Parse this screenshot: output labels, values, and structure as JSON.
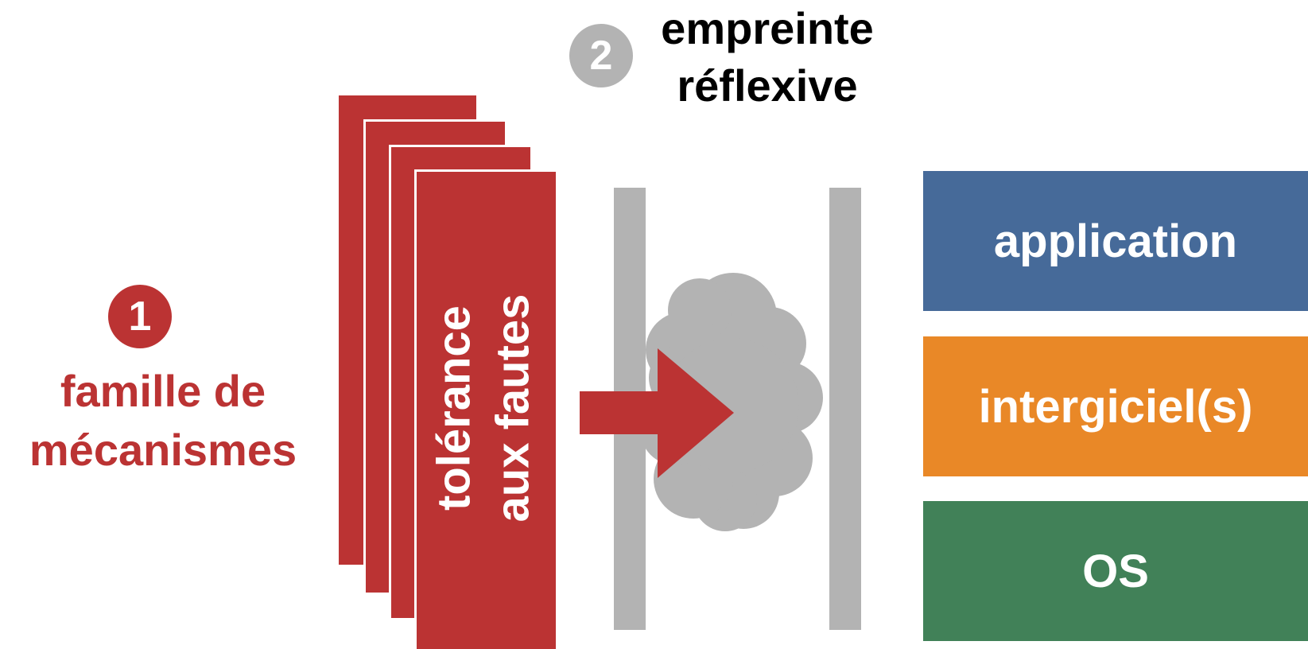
{
  "step1": {
    "number": "1",
    "label_line1": "famille de",
    "label_line2": "mécanismes",
    "color": "#bb3333"
  },
  "step2": {
    "number": "2",
    "label_line1": "empreinte",
    "label_line2": "réflexive",
    "color": "#b3b3b3"
  },
  "mechanism_card": {
    "line1": "tolérance",
    "line2": "aux fautes",
    "color": "#bb3333"
  },
  "layers": [
    {
      "label": "application",
      "color": "#466a99"
    },
    {
      "label": "intergiciel(s)",
      "color": "#e98827"
    },
    {
      "label": "OS",
      "color": "#418158"
    }
  ],
  "connector_color": "#b3b3b3",
  "arrow_color": "#bb3333"
}
